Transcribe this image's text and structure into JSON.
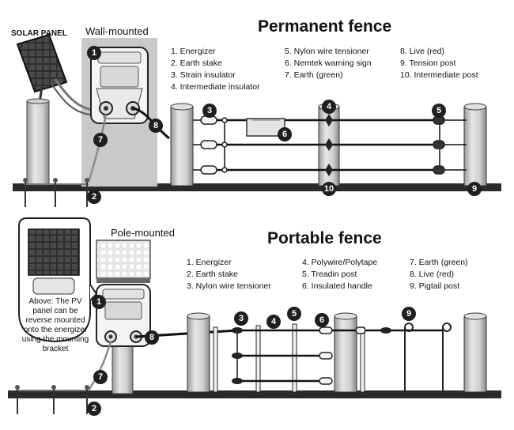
{
  "top": {
    "solar_panel_label": "SOLAR PANEL",
    "mount_label": "Wall-mounted",
    "title": "Permanent fence",
    "legend": [
      "1. Energizer",
      "2. Earth stake",
      "3. Strain insulator",
      "4. Intermediate insulator",
      "5. Nylon wire tensioner",
      "6. Nemtek warning sign",
      "7. Earth (green)",
      "8. Live (red)",
      "9. Tension post",
      "10. Intermediate post"
    ],
    "markers": [
      "1",
      "2",
      "3",
      "4",
      "5",
      "6",
      "7",
      "8",
      "9",
      "10"
    ]
  },
  "bottom": {
    "mount_label": "Pole-mounted",
    "title": "Portable fence",
    "legend": [
      "1. Energizer",
      "2. Earth stake",
      "3. Nylon wire tensioner",
      "4. Polywire/Polytape",
      "5. Treadin post",
      "6. Insulated handle",
      "7. Earth (green)",
      "8. Live (red)",
      "9. Pigtail post"
    ],
    "inset_note": "Above: The PV panel can be reverse mounted onto the energizer using the mounting bracket",
    "markers": [
      "1",
      "2",
      "3",
      "4",
      "5",
      "6",
      "7",
      "8",
      "9"
    ]
  },
  "colors": {
    "ink": "#1f1f1f",
    "wall": "#c9c9c9",
    "post": "#d4d4d4",
    "ground": "#2a2a2a",
    "panel": "#3a3a3a"
  },
  "icons": [
    "solar-panel-icon",
    "energizer-icon",
    "earth-stake-icon",
    "insulator-icon",
    "warning-sign-icon",
    "post-icon"
  ]
}
